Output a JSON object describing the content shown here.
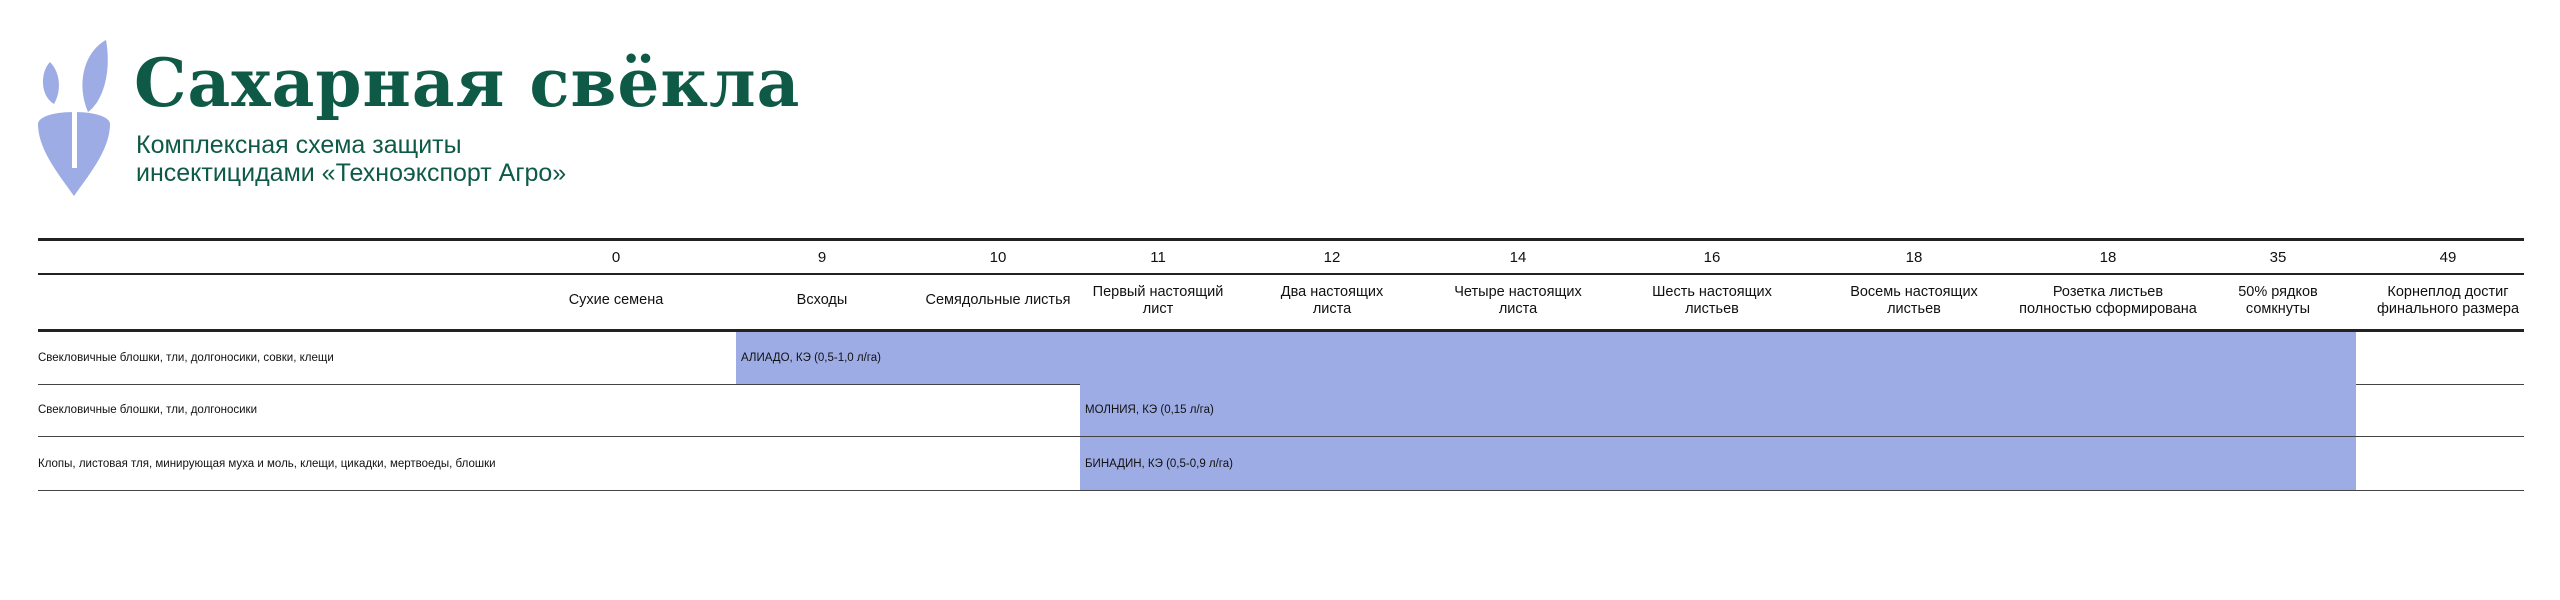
{
  "header": {
    "logo_icon": "sugar-beet-icon",
    "title": "Сахарная свёкла",
    "subtitle_line1": "Комплексная схема защиты",
    "subtitle_line2": "инсектицидами «Техноэкспорт Агро»"
  },
  "colors": {
    "brand_green": "#0e5a46",
    "accent_lavender": "#9eace6"
  },
  "schedule": {
    "days": [
      "0",
      "9",
      "10",
      "11",
      "12",
      "14",
      "16",
      "18",
      "18",
      "35",
      "49"
    ],
    "phases": [
      [
        "Сухие семена"
      ],
      [
        "Всходы"
      ],
      [
        "Семядольные листья"
      ],
      [
        "Первый настоящий",
        "лист"
      ],
      [
        "Два настоящих",
        "листа"
      ],
      [
        "Четыре настоящих",
        "листа"
      ],
      [
        "Шесть настоящих",
        "листьев"
      ],
      [
        "Восемь настоящих",
        "листьев"
      ],
      [
        "Розетка листьев",
        "полностью сформирована"
      ],
      [
        "50% рядков",
        "сомкнуты"
      ],
      [
        "Корнеплод достиг",
        "финального размера"
      ]
    ],
    "rows": [
      {
        "pests": "Свекловичные блошки, тли, долгоносики, совки, клещи",
        "product": "АЛИАДО, КЭ (0,5-1,0 л/га)",
        "start_stage": "Всходы",
        "end_stage": "50% рядков сомкнуты"
      },
      {
        "pests": "Свекловичные блошки, тли, долгоносики",
        "product": "МОЛНИЯ, КЭ (0,15 л/га)",
        "start_stage": "Первый настоящий лист",
        "end_stage": "50% рядков сомкнуты"
      },
      {
        "pests": "Клопы, листовая тля, минирующая муха и моль, клещи, цикадки, мертвоеды, блошки",
        "product": "БИНАДИН, КЭ (0,5-0,9 л/га)",
        "start_stage": "Первый настоящий лист",
        "end_stage": "50% рядков сомкнуты"
      }
    ]
  }
}
